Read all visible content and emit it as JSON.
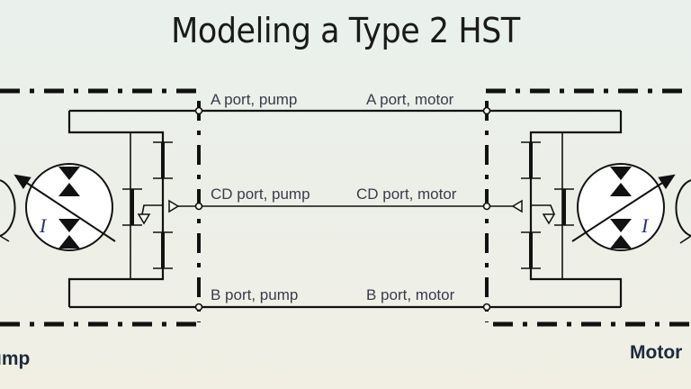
{
  "title": "Modeling a Type 2 HST",
  "ports": {
    "a_pump": "A port, pump",
    "a_motor": "A port, motor",
    "cd_pump": "CD port, pump",
    "cd_motor": "CD port, motor",
    "b_pump": "B port, pump",
    "b_motor": "B port, motor"
  },
  "sides": {
    "pump": "Pump",
    "motor": "Motor"
  },
  "symbols": {
    "pump_unit_label": "I",
    "motor_unit_label": "I",
    "pump_unit_icon": "variable-displacement-pump-icon",
    "motor_unit_icon": "variable-displacement-motor-icon"
  },
  "colors": {
    "line": "#111111",
    "label_text": "#3c3a4a",
    "background_top": "#eaf0ec",
    "background_bottom": "#f1efe4"
  }
}
